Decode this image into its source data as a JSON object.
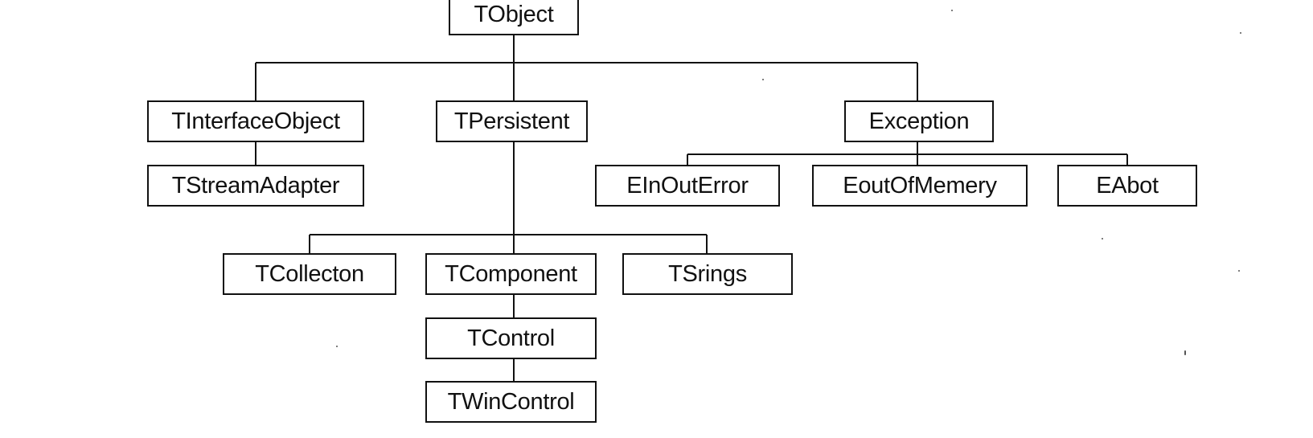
{
  "nodes": {
    "tobject": "TObject",
    "tinterfaceobject": "TInterfaceObject",
    "tpersistent": "TPersistent",
    "exception": "Exception",
    "tstreamadapter": "TStreamAdapter",
    "einouterror": "EInOutError",
    "eoutofmemery": "EoutOfMemery",
    "eabot": "EAbot",
    "tcollecton": "TCollecton",
    "tcomponent": "TComponent",
    "tsrings": "TSrings",
    "tcontrol": "TControl",
    "twincontrol": "TWinControl"
  },
  "style": {
    "line_color": "#111111",
    "box_border": "#111111",
    "background": "#ffffff"
  }
}
